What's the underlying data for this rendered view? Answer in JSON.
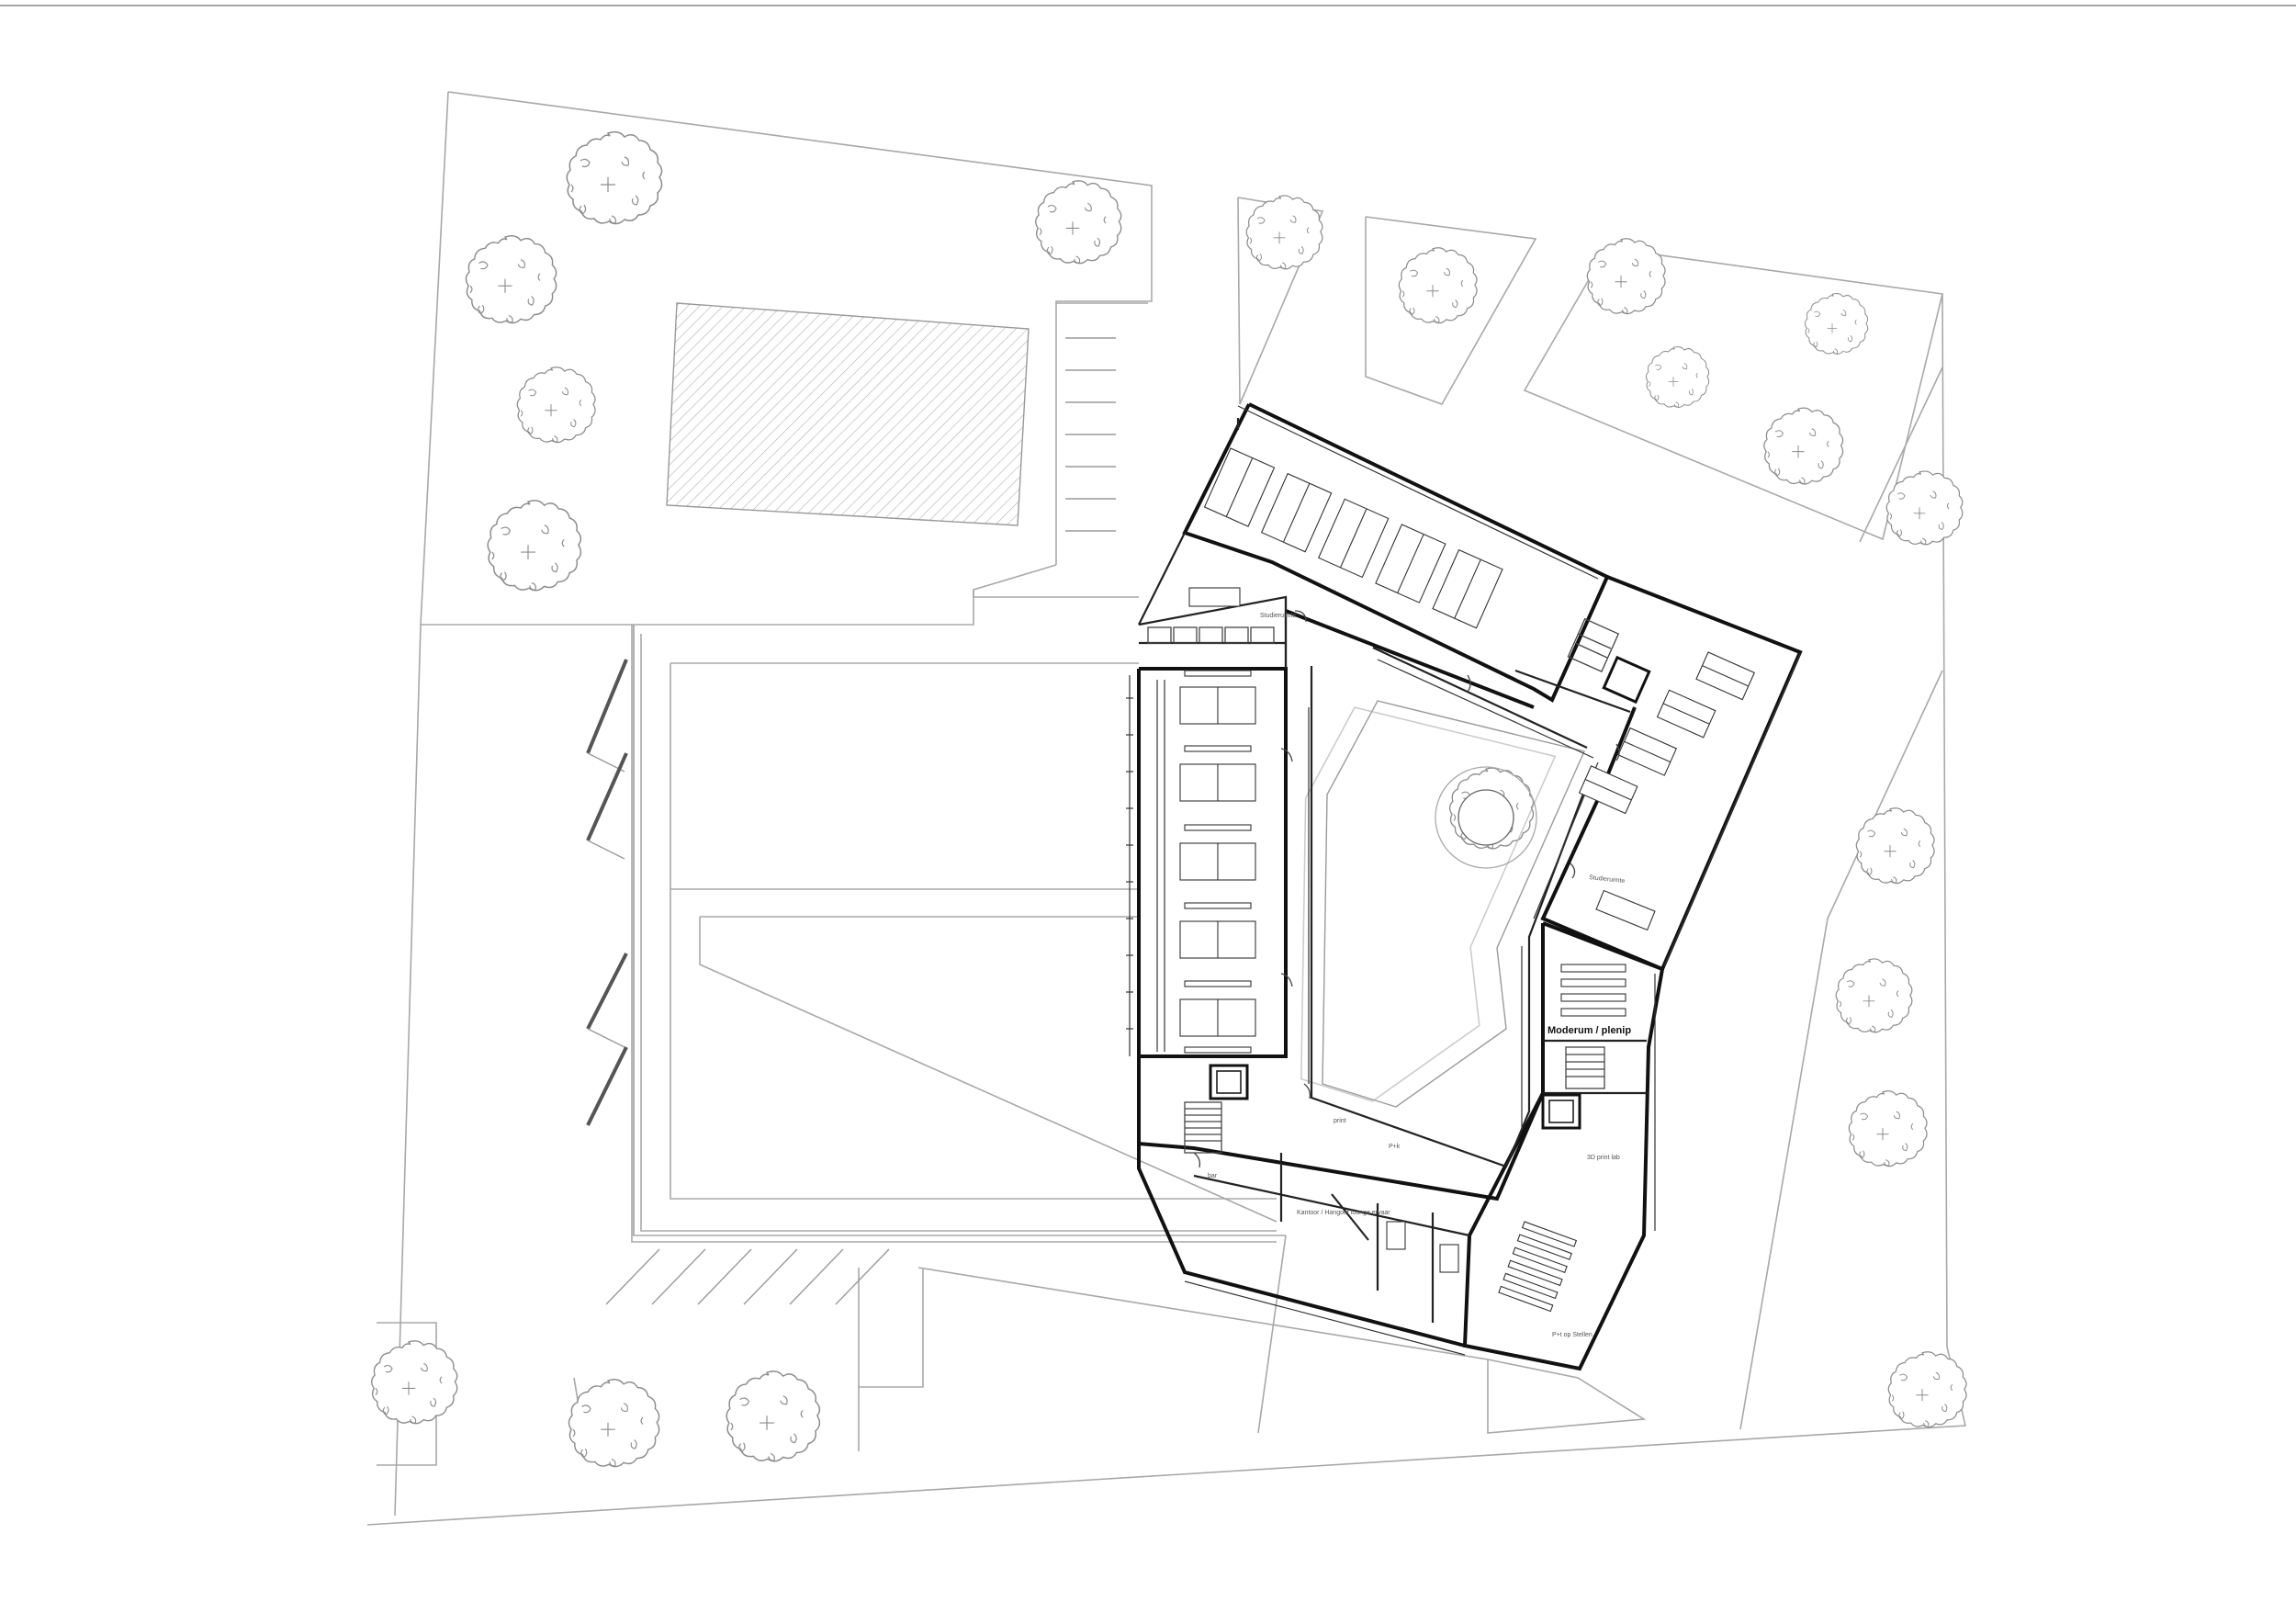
{
  "plan": {
    "room_labels": {
      "studieruimte_a": "Studieruimte",
      "studieruimte_b": "Studieruimte",
      "auditorium": "Moderum / plenip",
      "print": "print",
      "pantry": "P+k",
      "bar": "bar",
      "kantoor": "Kantoor / Hangout lounge ervaar",
      "kantoor_cluster": "3D print lab",
      "opslag": "P+t op Stellen"
    },
    "colors": {
      "walls": "#111111",
      "site_lines": "#a8a8a8",
      "trees": "#8c8c8c",
      "hatch": "#b0b0b0"
    },
    "icons": [
      "tree-icon",
      "stair-icon",
      "elevator-icon",
      "door-swing-icon",
      "desk-cluster-icon"
    ]
  }
}
